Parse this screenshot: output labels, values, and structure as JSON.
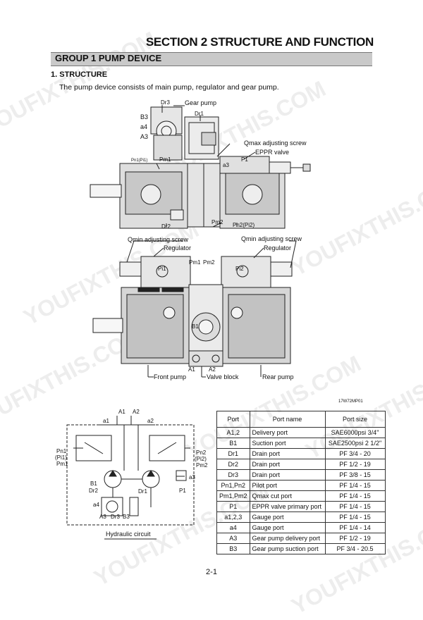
{
  "section_title": "SECTION 2  STRUCTURE AND FUNCTION",
  "group_title": "GROUP  1  PUMP DEVICE",
  "sub_heading": "1. STRUCTURE",
  "intro": "The pump device consists of main pump, regulator and gear pump.",
  "top_view_labels": {
    "dr3": "Dr3",
    "gear_pump": "Gear pump",
    "b3": "B3",
    "dr1": "Dr1",
    "a4": "a4",
    "a3_left": "A3",
    "qmax": "Qmax adjusting screw",
    "eppr": "EPPR valve",
    "pn1": "Pn1(Pi1)",
    "pm1": "Pm1",
    "a3": "a3",
    "p1": "P1",
    "dr2": "Dr2",
    "pm2": "Pm2",
    "pn2": "Pn2(Pi2)"
  },
  "front_view_labels": {
    "qmin_left": "Qmin adjusting screw",
    "regulator_left": "Regulator",
    "qmin_right": "Qmin adjusting screw",
    "regulator_right": "Regulator",
    "pi1": "Pi1",
    "pm1": "Pm1",
    "pm2": "Pm2",
    "pi2": "Pi2",
    "b1": "B1",
    "a1": "A1",
    "a2": "A2",
    "front_pump": "Front pump",
    "valve_block": "Valve block",
    "rear_pump": "Rear pump"
  },
  "figure_code": "17W72MP01",
  "circuit_labels": {
    "a1_top": "A1",
    "a2_top": "A2",
    "a1_small": "a1",
    "a2_small": "a2",
    "pn1": "Pn1",
    "pi1": "(Pi1)",
    "pm1": "Pm1",
    "pn2": "Pn2",
    "pi2": "(Pi2)",
    "pm2": "Pm2",
    "a3": "a3",
    "b1": "B1",
    "dr2": "Dr2",
    "dr1": "Dr1",
    "p1": "P1",
    "a4": "a4",
    "a3_bottom": "A3",
    "dr3": "Dr3",
    "b3": "B3",
    "caption": "Hydraulic circuit"
  },
  "table": {
    "headers": [
      "Port",
      "Port name",
      "Port size"
    ],
    "rows": [
      [
        "A1,2",
        "Delivery port",
        "SAE6000psi 3/4\""
      ],
      [
        "B1",
        "Suction port",
        "SAE2500psi 2 1/2\""
      ],
      [
        "Dr1",
        "Drain port",
        "PF 3/4 - 20"
      ],
      [
        "Dr2",
        "Drain port",
        "PF 1/2 - 19"
      ],
      [
        "Dr3",
        "Drain port",
        "PF 3/8 - 15"
      ],
      [
        "Pn1,Pn2",
        "Pilot port",
        "PF 1/4 - 15"
      ],
      [
        "Pm1,Pm2",
        "Qmax cut port",
        "PF 1/4 - 15"
      ],
      [
        "P1",
        "EPPR valve primary port",
        "PF 1/4 - 15"
      ],
      [
        "a1,2,3",
        "Gauge port",
        "PF 1/4 - 15"
      ],
      [
        "a4",
        "Gauge port",
        "PF 1/4 - 14"
      ],
      [
        "A3",
        "Gear pump delivery port",
        "PF 1/2 - 19"
      ],
      [
        "B3",
        "Gear pump suction port",
        "PF 3/4 - 20.5"
      ]
    ]
  },
  "page_number": "2-1",
  "watermark": "YOUFIXTHIS.COM"
}
